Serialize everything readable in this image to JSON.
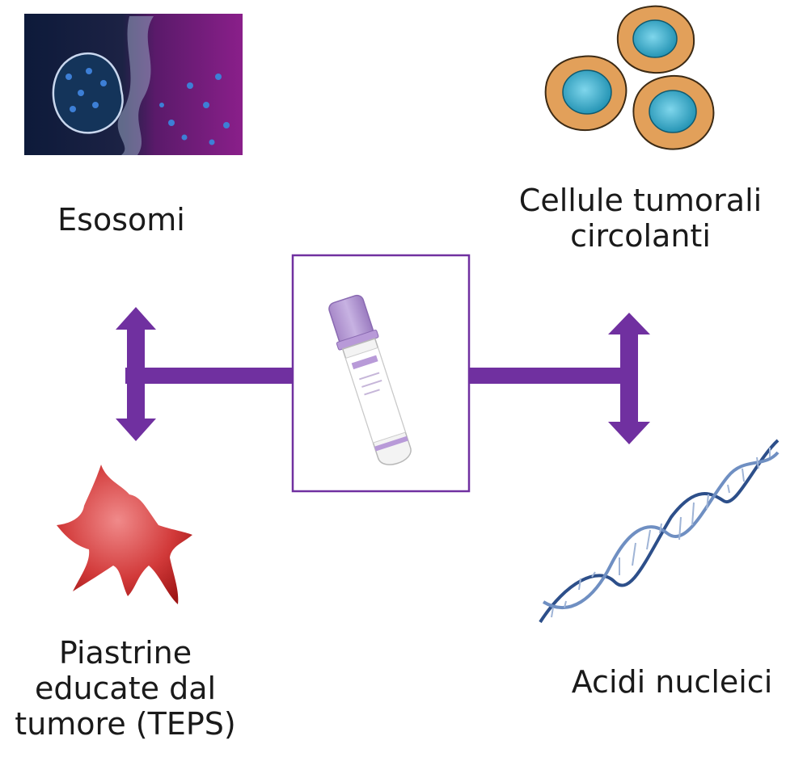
{
  "diagram": {
    "accent_color": "#7030a0",
    "center": {
      "name": "blood-collection-tube"
    },
    "items": [
      {
        "id": "exosomes",
        "label": [
          "Esosomi"
        ],
        "icon": "exosome-image"
      },
      {
        "id": "ctc",
        "label": [
          "Cellule tumorali",
          "circolanti"
        ],
        "icon": "tumor-cells-image"
      },
      {
        "id": "teps",
        "label": [
          "Piastrine",
          "educate dal",
          "tumore (TEPS)"
        ],
        "icon": "platelet-image"
      },
      {
        "id": "nucleic-acids",
        "label": [
          "Acidi nucleici"
        ],
        "icon": "dna-helix-image"
      }
    ]
  }
}
